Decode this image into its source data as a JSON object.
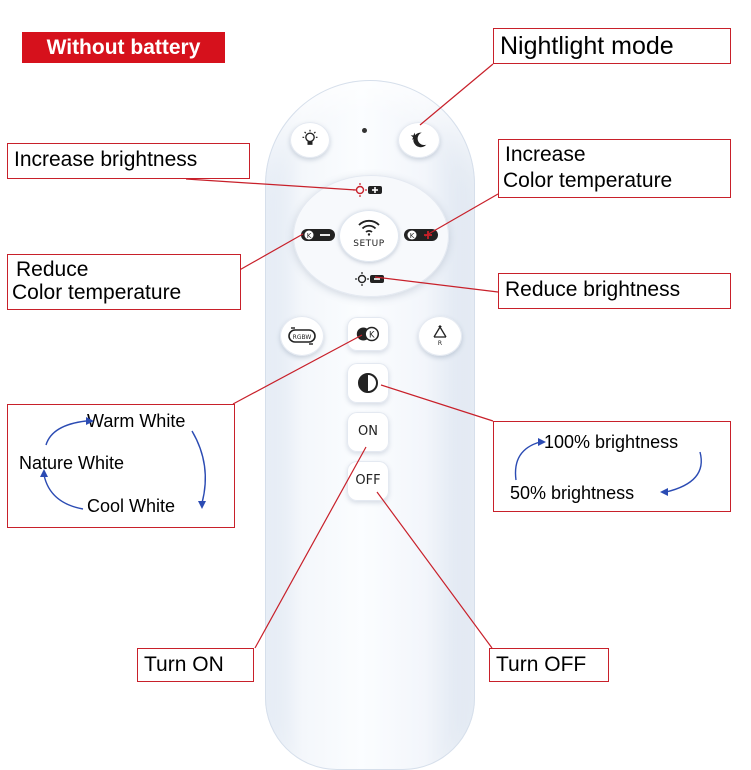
{
  "badge": {
    "text": "Without battery",
    "color": "#d6111c"
  },
  "labels": {
    "nightlight": "Nightlight mode",
    "increase_brightness": "Increase brightness",
    "increase_temp_line1": "Increase",
    "increase_temp_line2": "Color temperature",
    "reduce_temp_line1": "Reduce",
    "reduce_temp_line2": "Color temperature",
    "reduce_brightness": "Reduce brightness",
    "turn_on": "Turn ON",
    "turn_off": "Turn OFF"
  },
  "color_cycle": {
    "warm": "Warm White",
    "nature": "Nature White",
    "cool": "Cool White"
  },
  "brightness_cycle": {
    "full": "100% brightness",
    "half": "50% brightness"
  },
  "remote": {
    "setup_label": "SETUP",
    "on_label": "ON",
    "off_label": "OFF",
    "k_label": "K",
    "rgb_label": "RGBW"
  },
  "colors": {
    "callout_line": "#c8202a",
    "arrow_blue": "#2b4bb3",
    "remote_body": "#f4f7fb"
  },
  "icons": {
    "top_left": "bulb-icon",
    "top_right": "moon-star-icon",
    "brightness_up": "sun-plus-icon",
    "brightness_down": "sun-minus-icon",
    "temp_down": "k-minus-icon",
    "temp_up": "k-plus-icon",
    "rgb": "rgb-cycle-icon",
    "color_mode": "k-toggle-icon",
    "recycle": "recycle-icon",
    "brightness_toggle": "half-circle-icon"
  }
}
